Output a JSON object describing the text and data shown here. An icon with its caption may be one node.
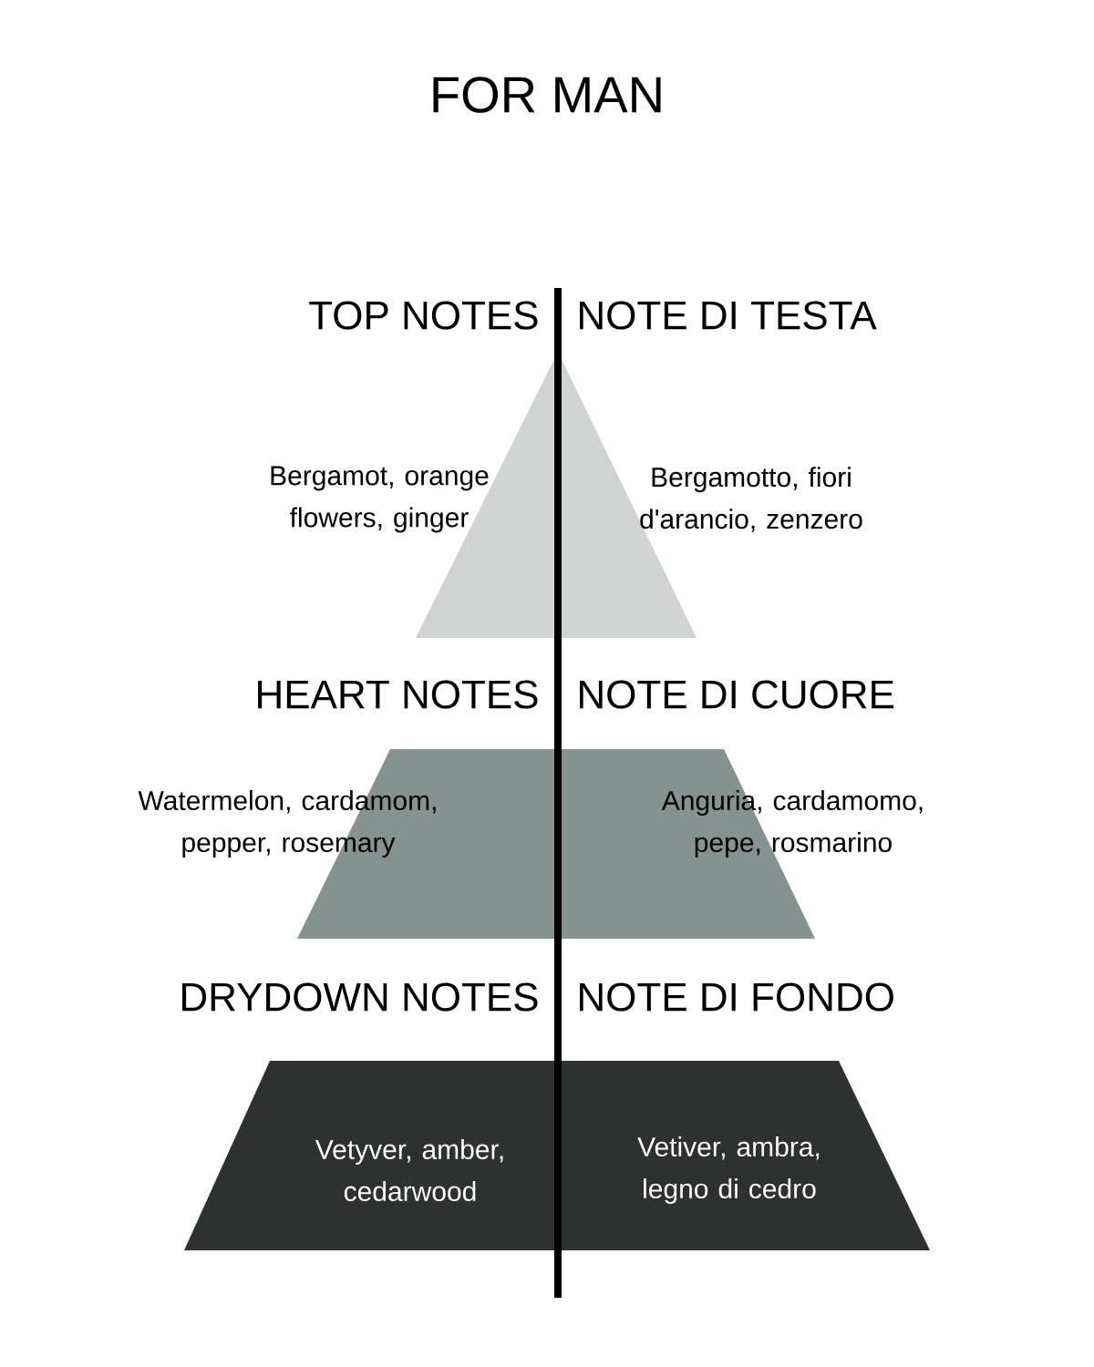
{
  "diagram": {
    "title": "FOR MAN",
    "nodes": [
      {
        "text": [
          "TOP NOTES",
          "NOTE DI TESTA",
          "Bergamot, orange flowers, ginger",
          "Bergamotto, fiori d'arancio, zenzero"
        ]
      },
      {
        "text": [
          "HEART NOTES",
          "NOTE DI CUORE",
          "Watermelon, cardamom, pepper, rosemary",
          "Anguria, cardamomo, pepe, rosmarino"
        ]
      },
      {
        "text": [
          "DRYDOWN NOTES",
          "NOTE DI FONDO",
          "Vetyver, amber, cedarwood",
          "Vetiver, ambra, legno di cedro"
        ]
      }
    ]
  }
}
